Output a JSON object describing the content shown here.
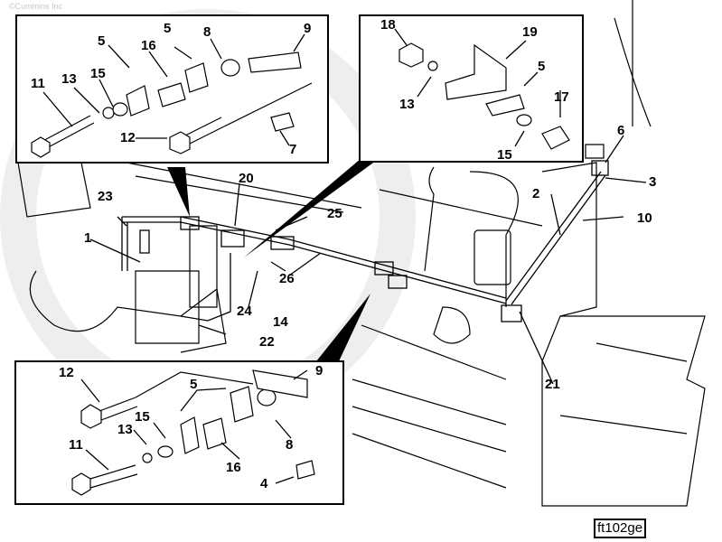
{
  "copyright": "©Cummins Inc",
  "figure_id": "ft102ge",
  "watermark": "Cummins",
  "insets": [
    {
      "name": "clamp-assembly-top-left",
      "callouts": [
        "5",
        "5",
        "16",
        "8",
        "9",
        "11",
        "13",
        "15",
        "12",
        "7"
      ]
    },
    {
      "name": "bracket-assembly-top-right",
      "callouts": [
        "18",
        "19",
        "13",
        "5",
        "17",
        "15"
      ]
    },
    {
      "name": "clamp-assembly-bottom-left",
      "callouts": [
        "12",
        "5",
        "9",
        "15",
        "13",
        "8",
        "11",
        "16",
        "4"
      ]
    }
  ],
  "callouts": {
    "c1": "1",
    "c2": "2",
    "c3": "3",
    "c4": "4",
    "c5a": "5",
    "c5b": "5",
    "c5c": "5",
    "c5d": "5",
    "c6": "6",
    "c7": "7",
    "c8a": "8",
    "c8b": "8",
    "c9a": "9",
    "c9b": "9",
    "c10": "10",
    "c11a": "11",
    "c11b": "11",
    "c12a": "12",
    "c12b": "12",
    "c13a": "13",
    "c13b": "13",
    "c13c": "13",
    "c14": "14",
    "c15a": "15",
    "c15b": "15",
    "c15c": "15",
    "c16a": "16",
    "c16b": "16",
    "c17": "17",
    "c18": "18",
    "c19": "19",
    "c20": "20",
    "c21": "21",
    "c22": "22",
    "c23": "23",
    "c24": "24",
    "c25": "25",
    "c26": "26"
  }
}
